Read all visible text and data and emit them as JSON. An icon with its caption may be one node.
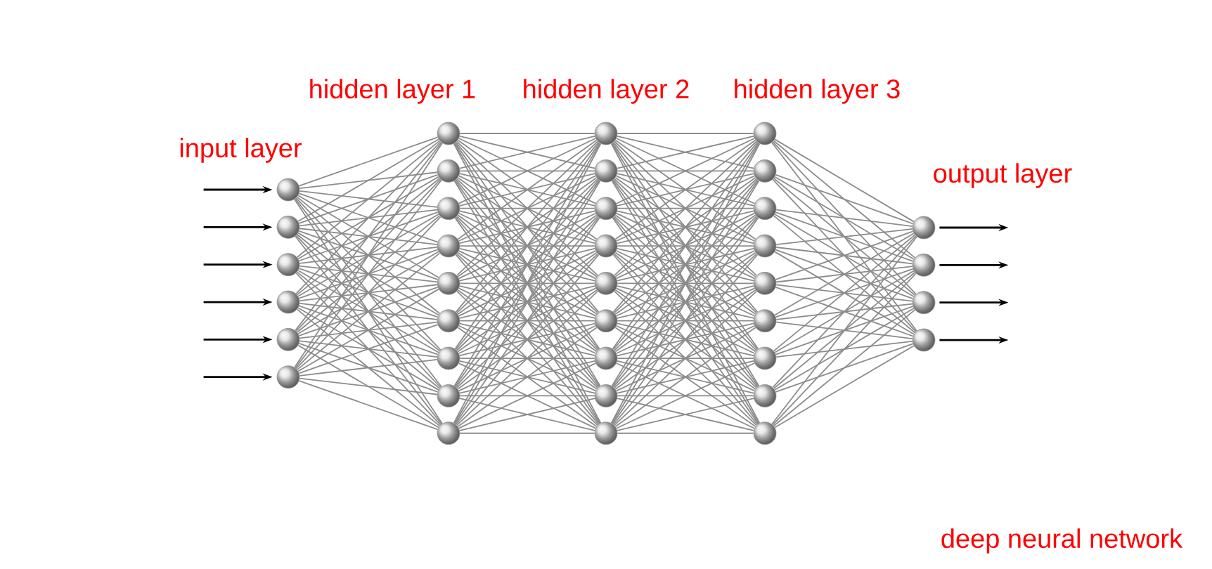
{
  "diagram": {
    "nodes": [
      {
        "text": [],
        "shape": "circle"
      },
      {
        "text": [],
        "shape": "circle"
      },
      {
        "text": [],
        "shape": "circle"
      },
      {
        "text": [],
        "shape": "circle"
      },
      {
        "text": [],
        "shape": "circle"
      },
      {
        "text": [],
        "shape": "circle"
      },
      {
        "text": [],
        "shape": "circle"
      },
      {
        "text": [],
        "shape": "circle"
      },
      {
        "text": [],
        "shape": "circle"
      },
      {
        "text": [],
        "shape": "circle"
      },
      {
        "text": [],
        "shape": "circle"
      },
      {
        "text": [],
        "shape": "circle"
      },
      {
        "text": [],
        "shape": "circle"
      },
      {
        "text": [],
        "shape": "circle"
      },
      {
        "text": [],
        "shape": "circle"
      },
      {
        "text": [],
        "shape": "circle"
      },
      {
        "text": [],
        "shape": "circle"
      },
      {
        "text": [],
        "shape": "circle"
      },
      {
        "text": [],
        "shape": "circle"
      },
      {
        "text": [],
        "shape": "circle"
      },
      {
        "text": [],
        "shape": "circle"
      },
      {
        "text": [],
        "shape": "circle"
      },
      {
        "text": [],
        "shape": "circle"
      },
      {
        "text": [],
        "shape": "circle"
      },
      {
        "text": [],
        "shape": "circle"
      },
      {
        "text": [],
        "shape": "circle"
      },
      {
        "text": [],
        "shape": "circle"
      },
      {
        "text": [],
        "shape": "circle"
      },
      {
        "text": [],
        "shape": "circle"
      },
      {
        "text": [],
        "shape": "circle"
      },
      {
        "text": [],
        "shape": "circle"
      },
      {
        "text": [],
        "shape": "circle"
      },
      {
        "text": [],
        "shape": "circle"
      },
      {
        "text": [],
        "shape": "circle"
      },
      {
        "text": [],
        "shape": "circle"
      },
      {
        "text": [],
        "shape": "circle"
      },
      {
        "text": [],
        "shape": "circle"
      }
    ],
    "edges": [
      {
        "from": null,
        "to": 0,
        "arrow": "to",
        "color": "#000000"
      },
      {
        "from": null,
        "to": 1,
        "arrow": "to",
        "color": "#000000"
      },
      {
        "from": null,
        "to": 2,
        "arrow": "to",
        "color": "#000000"
      },
      {
        "from": null,
        "to": 3,
        "arrow": "to",
        "color": "#000000"
      },
      {
        "from": null,
        "to": 4,
        "arrow": "to",
        "color": "#000000"
      },
      {
        "from": null,
        "to": 5,
        "arrow": "to",
        "color": "#000000"
      },
      {
        "from": 0,
        "to": 6,
        "arrow": "none"
      },
      {
        "from": 0,
        "to": 7,
        "arrow": "none"
      },
      {
        "from": 0,
        "to": 8,
        "arrow": "none"
      },
      {
        "from": 0,
        "to": 9,
        "arrow": "none"
      },
      {
        "from": 0,
        "to": 10,
        "arrow": "none"
      },
      {
        "from": 0,
        "to": 11,
        "arrow": "none"
      },
      {
        "from": 0,
        "to": 12,
        "arrow": "none"
      },
      {
        "from": 0,
        "to": 13,
        "arrow": "none"
      },
      {
        "from": 0,
        "to": 14,
        "arrow": "none"
      },
      {
        "from": 1,
        "to": 6,
        "arrow": "none"
      },
      {
        "from": 1,
        "to": 7,
        "arrow": "none"
      },
      {
        "from": 1,
        "to": 8,
        "arrow": "none"
      },
      {
        "from": 1,
        "to": 9,
        "arrow": "none"
      },
      {
        "from": 1,
        "to": 10,
        "arrow": "none"
      },
      {
        "from": 1,
        "to": 11,
        "arrow": "none"
      },
      {
        "from": 1,
        "to": 12,
        "arrow": "none"
      },
      {
        "from": 1,
        "to": 13,
        "arrow": "none"
      },
      {
        "from": 1,
        "to": 14,
        "arrow": "none"
      },
      {
        "from": 2,
        "to": 6,
        "arrow": "none"
      },
      {
        "from": 2,
        "to": 7,
        "arrow": "none"
      },
      {
        "from": 2,
        "to": 8,
        "arrow": "none"
      },
      {
        "from": 2,
        "to": 9,
        "arrow": "none"
      },
      {
        "from": 2,
        "to": 10,
        "arrow": "none"
      },
      {
        "from": 2,
        "to": 11,
        "arrow": "none"
      },
      {
        "from": 2,
        "to": 12,
        "arrow": "none"
      },
      {
        "from": 2,
        "to": 13,
        "arrow": "none"
      },
      {
        "from": 2,
        "to": 14,
        "arrow": "none"
      },
      {
        "from": 3,
        "to": 6,
        "arrow": "none"
      },
      {
        "from": 3,
        "to": 7,
        "arrow": "none"
      },
      {
        "from": 3,
        "to": 8,
        "arrow": "none"
      },
      {
        "from": 3,
        "to": 9,
        "arrow": "none"
      },
      {
        "from": 3,
        "to": 10,
        "arrow": "none"
      },
      {
        "from": 3,
        "to": 11,
        "arrow": "none"
      },
      {
        "from": 3,
        "to": 12,
        "arrow": "none"
      },
      {
        "from": 3,
        "to": 13,
        "arrow": "none"
      },
      {
        "from": 3,
        "to": 14,
        "arrow": "none"
      },
      {
        "from": 4,
        "to": 6,
        "arrow": "none"
      },
      {
        "from": 4,
        "to": 7,
        "arrow": "none"
      },
      {
        "from": 4,
        "to": 8,
        "arrow": "none"
      },
      {
        "from": 4,
        "to": 9,
        "arrow": "none"
      },
      {
        "from": 4,
        "to": 10,
        "arrow": "none"
      },
      {
        "from": 4,
        "to": 11,
        "arrow": "none"
      },
      {
        "from": 4,
        "to": 12,
        "arrow": "none"
      },
      {
        "from": 4,
        "to": 13,
        "arrow": "none"
      },
      {
        "from": 4,
        "to": 14,
        "arrow": "none"
      },
      {
        "from": 5,
        "to": 6,
        "arrow": "none"
      },
      {
        "from": 5,
        "to": 7,
        "arrow": "none"
      },
      {
        "from": 5,
        "to": 8,
        "arrow": "none"
      },
      {
        "from": 5,
        "to": 9,
        "arrow": "none"
      },
      {
        "from": 5,
        "to": 10,
        "arrow": "none"
      },
      {
        "from": 5,
        "to": 11,
        "arrow": "none"
      },
      {
        "from": 5,
        "to": 12,
        "arrow": "none"
      },
      {
        "from": 5,
        "to": 13,
        "arrow": "none"
      },
      {
        "from": 5,
        "to": 14,
        "arrow": "none"
      },
      {
        "from": 6,
        "to": 15,
        "arrow": "none"
      },
      {
        "from": 6,
        "to": 16,
        "arrow": "none"
      },
      {
        "from": 6,
        "to": 17,
        "arrow": "none"
      },
      {
        "from": 6,
        "to": 18,
        "arrow": "none"
      },
      {
        "from": 6,
        "to": 19,
        "arrow": "none"
      },
      {
        "from": 6,
        "to": 20,
        "arrow": "none"
      },
      {
        "from": 6,
        "to": 21,
        "arrow": "none"
      },
      {
        "from": 6,
        "to": 22,
        "arrow": "none"
      },
      {
        "from": 6,
        "to": 23,
        "arrow": "none"
      },
      {
        "from": 7,
        "to": 15,
        "arrow": "none"
      },
      {
        "from": 7,
        "to": 16,
        "arrow": "none"
      },
      {
        "from": 7,
        "to": 17,
        "arrow": "none"
      },
      {
        "from": 7,
        "to": 18,
        "arrow": "none"
      },
      {
        "from": 7,
        "to": 19,
        "arrow": "none"
      },
      {
        "from": 7,
        "to": 20,
        "arrow": "none"
      },
      {
        "from": 7,
        "to": 21,
        "arrow": "none"
      },
      {
        "from": 7,
        "to": 22,
        "arrow": "none"
      },
      {
        "from": 7,
        "to": 23,
        "arrow": "none"
      },
      {
        "from": 8,
        "to": 15,
        "arrow": "none"
      },
      {
        "from": 8,
        "to": 16,
        "arrow": "none"
      },
      {
        "from": 8,
        "to": 17,
        "arrow": "none"
      },
      {
        "from": 8,
        "to": 18,
        "arrow": "none"
      },
      {
        "from": 8,
        "to": 19,
        "arrow": "none"
      },
      {
        "from": 8,
        "to": 20,
        "arrow": "none"
      },
      {
        "from": 8,
        "to": 21,
        "arrow": "none"
      },
      {
        "from": 8,
        "to": 22,
        "arrow": "none"
      },
      {
        "from": 8,
        "to": 23,
        "arrow": "none"
      },
      {
        "from": 9,
        "to": 15,
        "arrow": "none"
      },
      {
        "from": 9,
        "to": 16,
        "arrow": "none"
      },
      {
        "from": 9,
        "to": 17,
        "arrow": "none"
      },
      {
        "from": 9,
        "to": 18,
        "arrow": "none"
      },
      {
        "from": 9,
        "to": 19,
        "arrow": "none"
      },
      {
        "from": 9,
        "to": 20,
        "arrow": "none"
      },
      {
        "from": 9,
        "to": 21,
        "arrow": "none"
      },
      {
        "from": 9,
        "to": 22,
        "arrow": "none"
      },
      {
        "from": 9,
        "to": 23,
        "arrow": "none"
      },
      {
        "from": 10,
        "to": 15,
        "arrow": "none"
      },
      {
        "from": 10,
        "to": 16,
        "arrow": "none"
      },
      {
        "from": 10,
        "to": 17,
        "arrow": "none"
      },
      {
        "from": 10,
        "to": 18,
        "arrow": "none"
      },
      {
        "from": 10,
        "to": 19,
        "arrow": "none"
      },
      {
        "from": 10,
        "to": 20,
        "arrow": "none"
      },
      {
        "from": 10,
        "to": 21,
        "arrow": "none"
      },
      {
        "from": 10,
        "to": 22,
        "arrow": "none"
      },
      {
        "from": 10,
        "to": 23,
        "arrow": "none"
      },
      {
        "from": 11,
        "to": 15,
        "arrow": "none"
      },
      {
        "from": 11,
        "to": 16,
        "arrow": "none"
      },
      {
        "from": 11,
        "to": 17,
        "arrow": "none"
      },
      {
        "from": 11,
        "to": 18,
        "arrow": "none"
      },
      {
        "from": 11,
        "to": 19,
        "arrow": "none"
      },
      {
        "from": 11,
        "to": 20,
        "arrow": "none"
      },
      {
        "from": 11,
        "to": 21,
        "arrow": "none"
      },
      {
        "from": 11,
        "to": 22,
        "arrow": "none"
      },
      {
        "from": 11,
        "to": 23,
        "arrow": "none"
      },
      {
        "from": 12,
        "to": 15,
        "arrow": "none"
      },
      {
        "from": 12,
        "to": 16,
        "arrow": "none"
      },
      {
        "from": 12,
        "to": 17,
        "arrow": "none"
      },
      {
        "from": 12,
        "to": 18,
        "arrow": "none"
      },
      {
        "from": 12,
        "to": 19,
        "arrow": "none"
      },
      {
        "from": 12,
        "to": 20,
        "arrow": "none"
      },
      {
        "from": 12,
        "to": 21,
        "arrow": "none"
      },
      {
        "from": 12,
        "to": 22,
        "arrow": "none"
      },
      {
        "from": 12,
        "to": 23,
        "arrow": "none"
      },
      {
        "from": 13,
        "to": 15,
        "arrow": "none"
      },
      {
        "from": 13,
        "to": 16,
        "arrow": "none"
      },
      {
        "from": 13,
        "to": 17,
        "arrow": "none"
      },
      {
        "from": 13,
        "to": 18,
        "arrow": "none"
      },
      {
        "from": 13,
        "to": 19,
        "arrow": "none"
      },
      {
        "from": 13,
        "to": 20,
        "arrow": "none"
      },
      {
        "from": 13,
        "to": 21,
        "arrow": "none"
      },
      {
        "from": 13,
        "to": 22,
        "arrow": "none"
      },
      {
        "from": 13,
        "to": 23,
        "arrow": "none"
      },
      {
        "from": 14,
        "to": 15,
        "arrow": "none"
      },
      {
        "from": 14,
        "to": 16,
        "arrow": "none"
      },
      {
        "from": 14,
        "to": 17,
        "arrow": "none"
      },
      {
        "from": 14,
        "to": 18,
        "arrow": "none"
      },
      {
        "from": 14,
        "to": 19,
        "arrow": "none"
      },
      {
        "from": 14,
        "to": 20,
        "arrow": "none"
      },
      {
        "from": 14,
        "to": 21,
        "arrow": "none"
      },
      {
        "from": 14,
        "to": 22,
        "arrow": "none"
      },
      {
        "from": 14,
        "to": 23,
        "arrow": "none"
      },
      {
        "from": 15,
        "to": 24,
        "arrow": "none"
      },
      {
        "from": 15,
        "to": 25,
        "arrow": "none"
      },
      {
        "from": 15,
        "to": 26,
        "arrow": "none"
      },
      {
        "from": 15,
        "to": 27,
        "arrow": "none"
      },
      {
        "from": 15,
        "to": 28,
        "arrow": "none"
      },
      {
        "from": 15,
        "to": 29,
        "arrow": "none"
      },
      {
        "from": 15,
        "to": 30,
        "arrow": "none"
      },
      {
        "from": 15,
        "to": 31,
        "arrow": "none"
      },
      {
        "from": 15,
        "to": 32,
        "arrow": "none"
      },
      {
        "from": 16,
        "to": 24,
        "arrow": "none"
      },
      {
        "from": 16,
        "to": 25,
        "arrow": "none"
      },
      {
        "from": 16,
        "to": 26,
        "arrow": "none"
      },
      {
        "from": 16,
        "to": 27,
        "arrow": "none"
      },
      {
        "from": 16,
        "to": 28,
        "arrow": "none"
      },
      {
        "from": 16,
        "to": 29,
        "arrow": "none"
      },
      {
        "from": 16,
        "to": 30,
        "arrow": "none"
      },
      {
        "from": 16,
        "to": 31,
        "arrow": "none"
      },
      {
        "from": 16,
        "to": 32,
        "arrow": "none"
      },
      {
        "from": 17,
        "to": 24,
        "arrow": "none"
      },
      {
        "from": 17,
        "to": 25,
        "arrow": "none"
      },
      {
        "from": 17,
        "to": 26,
        "arrow": "none"
      },
      {
        "from": 17,
        "to": 27,
        "arrow": "none"
      },
      {
        "from": 17,
        "to": 28,
        "arrow": "none"
      },
      {
        "from": 17,
        "to": 29,
        "arrow": "none"
      },
      {
        "from": 17,
        "to": 30,
        "arrow": "none"
      },
      {
        "from": 17,
        "to": 31,
        "arrow": "none"
      },
      {
        "from": 17,
        "to": 32,
        "arrow": "none"
      },
      {
        "from": 18,
        "to": 24,
        "arrow": "none"
      },
      {
        "from": 18,
        "to": 25,
        "arrow": "none"
      },
      {
        "from": 18,
        "to": 26,
        "arrow": "none"
      },
      {
        "from": 18,
        "to": 27,
        "arrow": "none"
      },
      {
        "from": 18,
        "to": 28,
        "arrow": "none"
      },
      {
        "from": 18,
        "to": 29,
        "arrow": "none"
      },
      {
        "from": 18,
        "to": 30,
        "arrow": "none"
      },
      {
        "from": 18,
        "to": 31,
        "arrow": "none"
      },
      {
        "from": 18,
        "to": 32,
        "arrow": "none"
      },
      {
        "from": 19,
        "to": 24,
        "arrow": "none"
      },
      {
        "from": 19,
        "to": 25,
        "arrow": "none"
      },
      {
        "from": 19,
        "to": 26,
        "arrow": "none"
      },
      {
        "from": 19,
        "to": 27,
        "arrow": "none"
      },
      {
        "from": 19,
        "to": 28,
        "arrow": "none"
      },
      {
        "from": 19,
        "to": 29,
        "arrow": "none"
      },
      {
        "from": 19,
        "to": 30,
        "arrow": "none"
      },
      {
        "from": 19,
        "to": 31,
        "arrow": "none"
      },
      {
        "from": 19,
        "to": 32,
        "arrow": "none"
      },
      {
        "from": 20,
        "to": 24,
        "arrow": "none"
      },
      {
        "from": 20,
        "to": 25,
        "arrow": "none"
      },
      {
        "from": 20,
        "to": 26,
        "arrow": "none"
      },
      {
        "from": 20,
        "to": 27,
        "arrow": "none"
      },
      {
        "from": 20,
        "to": 28,
        "arrow": "none"
      },
      {
        "from": 20,
        "to": 29,
        "arrow": "none"
      },
      {
        "from": 20,
        "to": 30,
        "arrow": "none"
      },
      {
        "from": 20,
        "to": 31,
        "arrow": "none"
      },
      {
        "from": 20,
        "to": 32,
        "arrow": "none"
      },
      {
        "from": 21,
        "to": 24,
        "arrow": "none"
      },
      {
        "from": 21,
        "to": 25,
        "arrow": "none"
      },
      {
        "from": 21,
        "to": 26,
        "arrow": "none"
      },
      {
        "from": 21,
        "to": 27,
        "arrow": "none"
      },
      {
        "from": 21,
        "to": 28,
        "arrow": "none"
      },
      {
        "from": 21,
        "to": 29,
        "arrow": "none"
      },
      {
        "from": 21,
        "to": 30,
        "arrow": "none"
      },
      {
        "from": 21,
        "to": 31,
        "arrow": "none"
      },
      {
        "from": 21,
        "to": 32,
        "arrow": "none"
      },
      {
        "from": 22,
        "to": 24,
        "arrow": "none"
      },
      {
        "from": 22,
        "to": 25,
        "arrow": "none"
      },
      {
        "from": 22,
        "to": 26,
        "arrow": "none"
      },
      {
        "from": 22,
        "to": 27,
        "arrow": "none"
      },
      {
        "from": 22,
        "to": 28,
        "arrow": "none"
      },
      {
        "from": 22,
        "to": 29,
        "arrow": "none"
      },
      {
        "from": 22,
        "to": 30,
        "arrow": "none"
      },
      {
        "from": 22,
        "to": 31,
        "arrow": "none"
      },
      {
        "from": 22,
        "to": 32,
        "arrow": "none"
      },
      {
        "from": 23,
        "to": 24,
        "arrow": "none"
      },
      {
        "from": 23,
        "to": 25,
        "arrow": "none"
      },
      {
        "from": 23,
        "to": 26,
        "arrow": "none"
      },
      {
        "from": 23,
        "to": 27,
        "arrow": "none"
      },
      {
        "from": 23,
        "to": 28,
        "arrow": "none"
      },
      {
        "from": 23,
        "to": 29,
        "arrow": "none"
      },
      {
        "from": 23,
        "to": 30,
        "arrow": "none"
      },
      {
        "from": 23,
        "to": 31,
        "arrow": "none"
      },
      {
        "from": 23,
        "to": 32,
        "arrow": "none"
      },
      {
        "from": 24,
        "to": 33,
        "arrow": "none"
      },
      {
        "from": 24,
        "to": 34,
        "arrow": "none"
      },
      {
        "from": 24,
        "to": 35,
        "arrow": "none"
      },
      {
        "from": 24,
        "to": 36,
        "arrow": "none"
      },
      {
        "from": 25,
        "to": 33,
        "arrow": "none"
      },
      {
        "from": 25,
        "to": 34,
        "arrow": "none"
      },
      {
        "from": 25,
        "to": 35,
        "arrow": "none"
      },
      {
        "from": 25,
        "to": 36,
        "arrow": "none"
      },
      {
        "from": 26,
        "to": 33,
        "arrow": "none"
      },
      {
        "from": 26,
        "to": 34,
        "arrow": "none"
      },
      {
        "from": 26,
        "to": 35,
        "arrow": "none"
      },
      {
        "from": 26,
        "to": 36,
        "arrow": "none"
      },
      {
        "from": 27,
        "to": 33,
        "arrow": "none"
      },
      {
        "from": 27,
        "to": 34,
        "arrow": "none"
      },
      {
        "from": 27,
        "to": 35,
        "arrow": "none"
      },
      {
        "from": 27,
        "to": 36,
        "arrow": "none"
      },
      {
        "from": 28,
        "to": 33,
        "arrow": "none"
      },
      {
        "from": 28,
        "to": 34,
        "arrow": "none"
      },
      {
        "from": 28,
        "to": 35,
        "arrow": "none"
      },
      {
        "from": 28,
        "to": 36,
        "arrow": "none"
      },
      {
        "from": 29,
        "to": 33,
        "arrow": "none"
      },
      {
        "from": 29,
        "to": 34,
        "arrow": "none"
      },
      {
        "from": 29,
        "to": 35,
        "arrow": "none"
      },
      {
        "from": 29,
        "to": 36,
        "arrow": "none"
      },
      {
        "from": 30,
        "to": 33,
        "arrow": "none"
      },
      {
        "from": 30,
        "to": 34,
        "arrow": "none"
      },
      {
        "from": 30,
        "to": 35,
        "arrow": "none"
      },
      {
        "from": 30,
        "to": 36,
        "arrow": "none"
      },
      {
        "from": 31,
        "to": 33,
        "arrow": "none"
      },
      {
        "from": 31,
        "to": 34,
        "arrow": "none"
      },
      {
        "from": 31,
        "to": 35,
        "arrow": "none"
      },
      {
        "from": 31,
        "to": 36,
        "arrow": "none"
      },
      {
        "from": 32,
        "to": 33,
        "arrow": "none"
      },
      {
        "from": 32,
        "to": 34,
        "arrow": "none"
      },
      {
        "from": 32,
        "to": 35,
        "arrow": "none"
      },
      {
        "from": 32,
        "to": 36,
        "arrow": "none"
      },
      {
        "from": 33,
        "to": null,
        "arrow": "to",
        "color": "#000000"
      },
      {
        "from": 34,
        "to": null,
        "arrow": "to",
        "color": "#000000"
      },
      {
        "from": 35,
        "to": null,
        "arrow": "to",
        "color": "#000000"
      },
      {
        "from": 36,
        "to": null,
        "arrow": "to",
        "color": "#000000"
      }
    ],
    "labels": [
      "hidden layer 1",
      "hidden layer 2",
      "hidden layer 3",
      "input layer",
      "output layer",
      "deep neural network"
    ]
  }
}
